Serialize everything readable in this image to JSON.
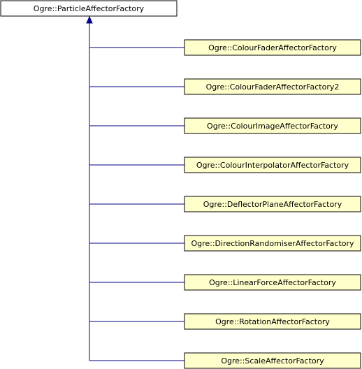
{
  "diagram": {
    "base_class": {
      "label": "Ogre::ParticleAffectorFactory"
    },
    "derived_classes": [
      {
        "label": "Ogre::ColourFaderAffectorFactory"
      },
      {
        "label": "Ogre::ColourFaderAffectorFactory2"
      },
      {
        "label": "Ogre::ColourImageAffectorFactory"
      },
      {
        "label": "Ogre::ColourInterpolatorAffectorFactory"
      },
      {
        "label": "Ogre::DeflectorPlaneAffectorFactory"
      },
      {
        "label": "Ogre::DirectionRandomiserAffectorFactory"
      },
      {
        "label": "Ogre::LinearForceAffectorFactory"
      },
      {
        "label": "Ogre::RotationAffectorFactory"
      },
      {
        "label": "Ogre::ScaleAffectorFactory"
      }
    ],
    "colors": {
      "base_fill": "#ffffff",
      "derived_fill": "#ffffcc",
      "border": "#000000",
      "edge": "#000080"
    }
  }
}
